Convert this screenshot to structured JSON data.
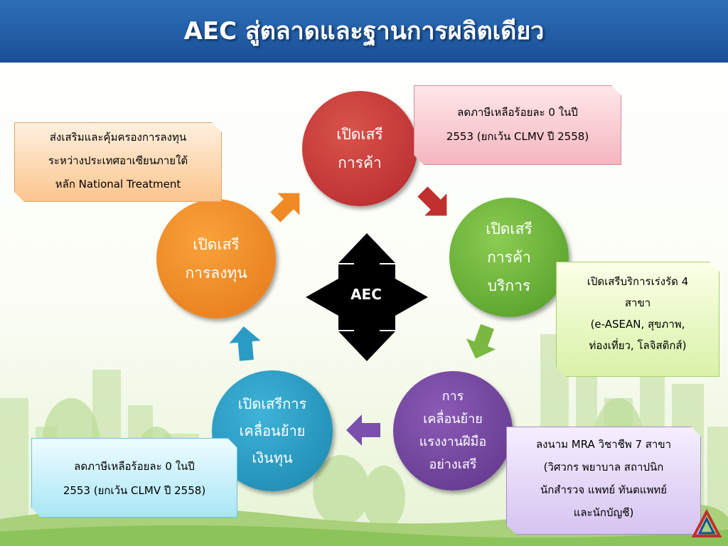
{
  "title": "AEC สู่ตลาดและฐานการผลิตเดียว",
  "center_label": "AEC",
  "circles": {
    "trade": "เปิดเสรี\nการค้า",
    "service": "เปิดเสรี\nการค้า\nบริการ",
    "labor": "การ\nเคลื่อนย้าย\nแรงงานฝีมือ\nอย่างเสรี",
    "capital": "เปิดเสรีการ\nเคลื่อนย้าย\nเงินทุน",
    "investment": "เปิดเสรี\nการลงทุน"
  },
  "boxes": {
    "investment": "ส่งเสริมและคุ้มครองการลงทุน\nระหว่างประเทศอาเซียนภายใต้\nหลัก National Treatment",
    "trade": "ลดภาษีเหลือร้อยละ 0 ในปี\n2553 (ยกเว้น CLMV ปี 2558)",
    "service": "เปิดเสรีบริการเร่งรัด 4\nสาขา\n(e-ASEAN, สุขภาพ,\nท่องเที่ยว,  โลจิสติกส์)",
    "capital": "ลดภาษีเหลือร้อยละ 0 ในปี\n2553 (ยกเว้น CLMV ปี 2558)",
    "labor": "ลงนาม MRA วิชาชีพ 7 สาขา\n(วิศวกร พยาบาล สถาปนิก\nนักสำรวจ แพทย์ ทันตแพทย์\nและนักบัญชี)"
  },
  "colors": {
    "title_bar": "#1a4f96",
    "trade": "#c0302f",
    "service": "#6ab33a",
    "labor": "#6e3f98",
    "capital": "#2a9bc4",
    "investment": "#f08a24",
    "center": "#000000"
  }
}
